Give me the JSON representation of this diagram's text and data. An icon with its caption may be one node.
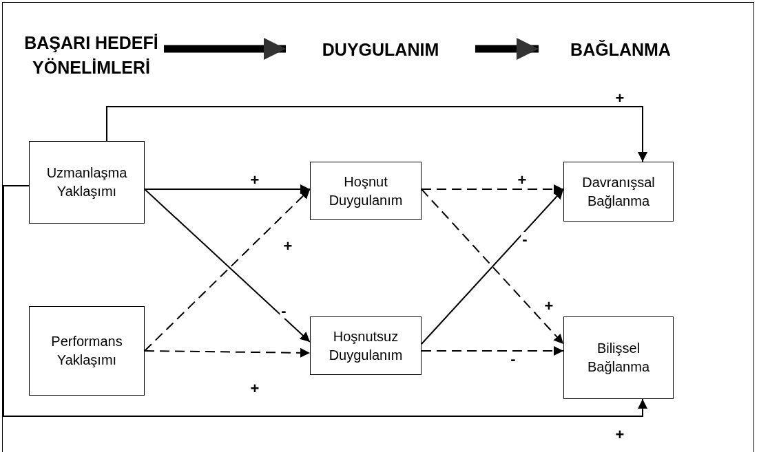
{
  "diagram": {
    "nodes": [
      {
        "text": [
          "BAŞARI HEDEFİ YÖNELİMLERİ"
        ]
      },
      {
        "text": [
          "DUYGULANIM"
        ]
      },
      {
        "text": [
          "BAĞLANMA"
        ]
      },
      {
        "text": [
          "Uzmanlaşma Yaklaşımı"
        ]
      },
      {
        "text": [
          "Performans Yaklaşımı"
        ]
      },
      {
        "text": [
          "Hoşnut Duygulanım"
        ]
      },
      {
        "text": [
          "Hoşnutsuz Duygulanım"
        ]
      },
      {
        "text": [
          "Davranışsal Bağlanma"
        ]
      },
      {
        "text": [
          "Bilişsel Bağlanma"
        ]
      }
    ],
    "edges": [
      {
        "from": 0,
        "to": 1,
        "arrow": "to",
        "style": "thick"
      },
      {
        "from": 1,
        "to": 2,
        "arrow": "to",
        "style": "thick"
      },
      {
        "from": 3,
        "to": 7,
        "arrow": "to",
        "label": "+"
      },
      {
        "from": 3,
        "to": 5,
        "arrow": "to",
        "label": "+"
      },
      {
        "from": 3,
        "to": 6,
        "arrow": "to",
        "label": "-"
      },
      {
        "from": 4,
        "to": 5,
        "arrow": "to",
        "label": "+",
        "style": "dashed"
      },
      {
        "from": 4,
        "to": 6,
        "arrow": "to",
        "label": "+",
        "style": "dashed"
      },
      {
        "from": 5,
        "to": 7,
        "arrow": "to",
        "label": "+",
        "style": "dashed"
      },
      {
        "from": 5,
        "to": 8,
        "arrow": "to",
        "label": "+",
        "style": "dashed"
      },
      {
        "from": 6,
        "to": 7,
        "arrow": "to",
        "label": "-"
      },
      {
        "from": 6,
        "to": 8,
        "arrow": "to",
        "label": "-",
        "style": "dashed"
      },
      {
        "from": 3,
        "to": 8,
        "arrow": "to",
        "label": "+"
      }
    ]
  }
}
